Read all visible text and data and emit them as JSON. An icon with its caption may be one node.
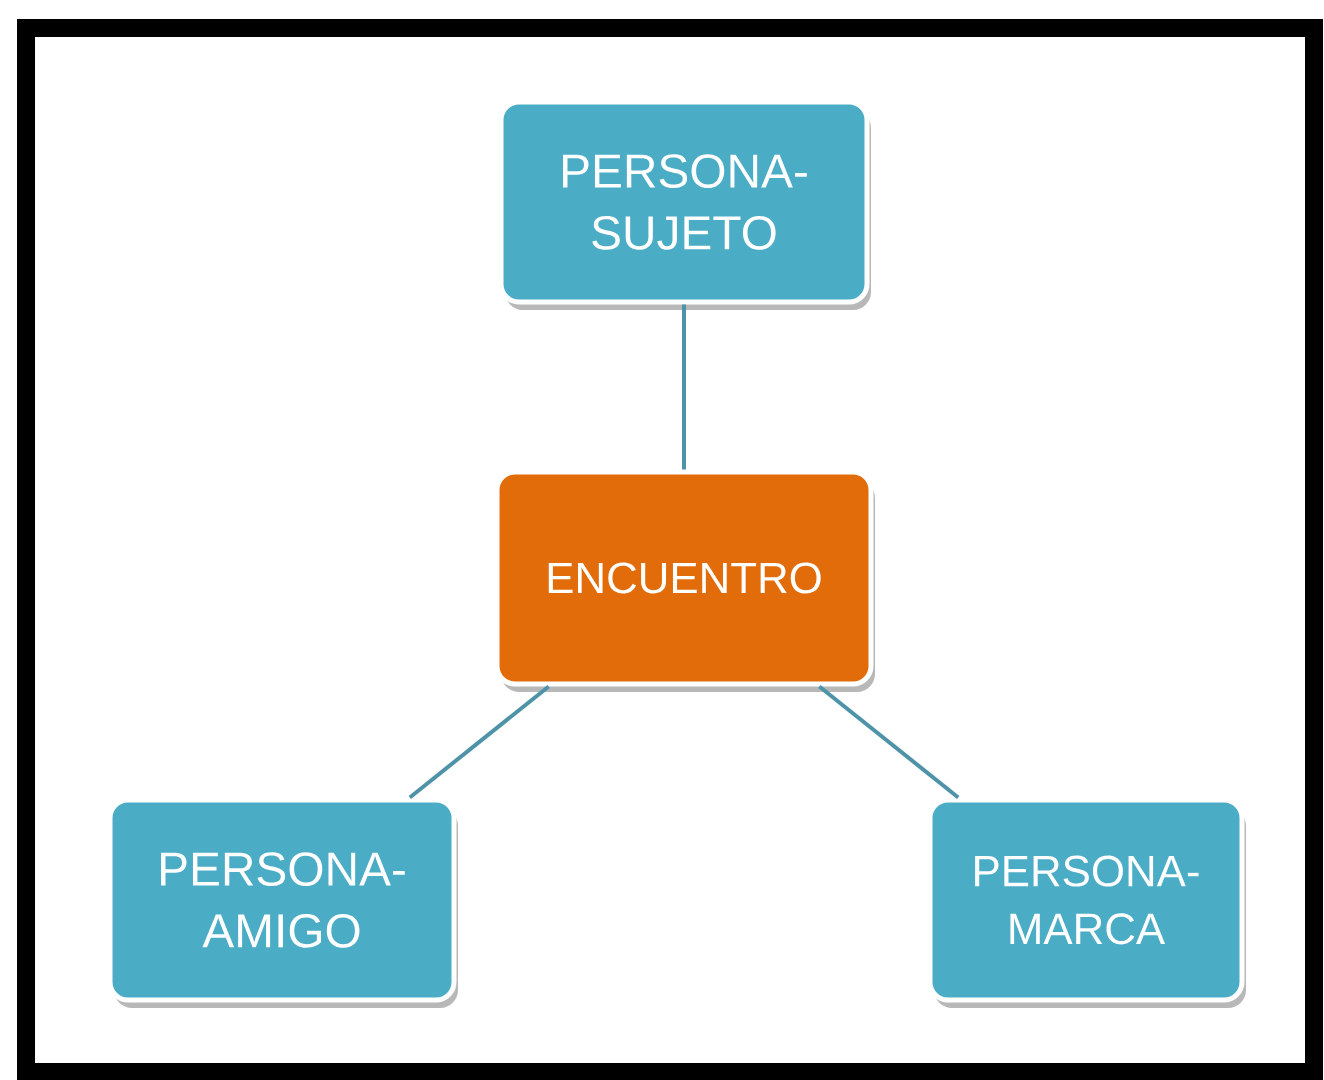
{
  "diagram": {
    "nodes": [
      {
        "text": [
          "PERSONA- SUJETO"
        ]
      },
      {
        "text": [
          "ENCUENTRO"
        ]
      },
      {
        "text": [
          "PERSONA- AMIGO"
        ]
      },
      {
        "text": [
          "PERSONA- MARCA"
        ]
      }
    ],
    "edges": [
      {
        "from": 0,
        "to": 1,
        "arrow": "none"
      },
      {
        "from": 1,
        "to": 2,
        "arrow": "none"
      },
      {
        "from": 1,
        "to": 3,
        "arrow": "none"
      }
    ]
  }
}
